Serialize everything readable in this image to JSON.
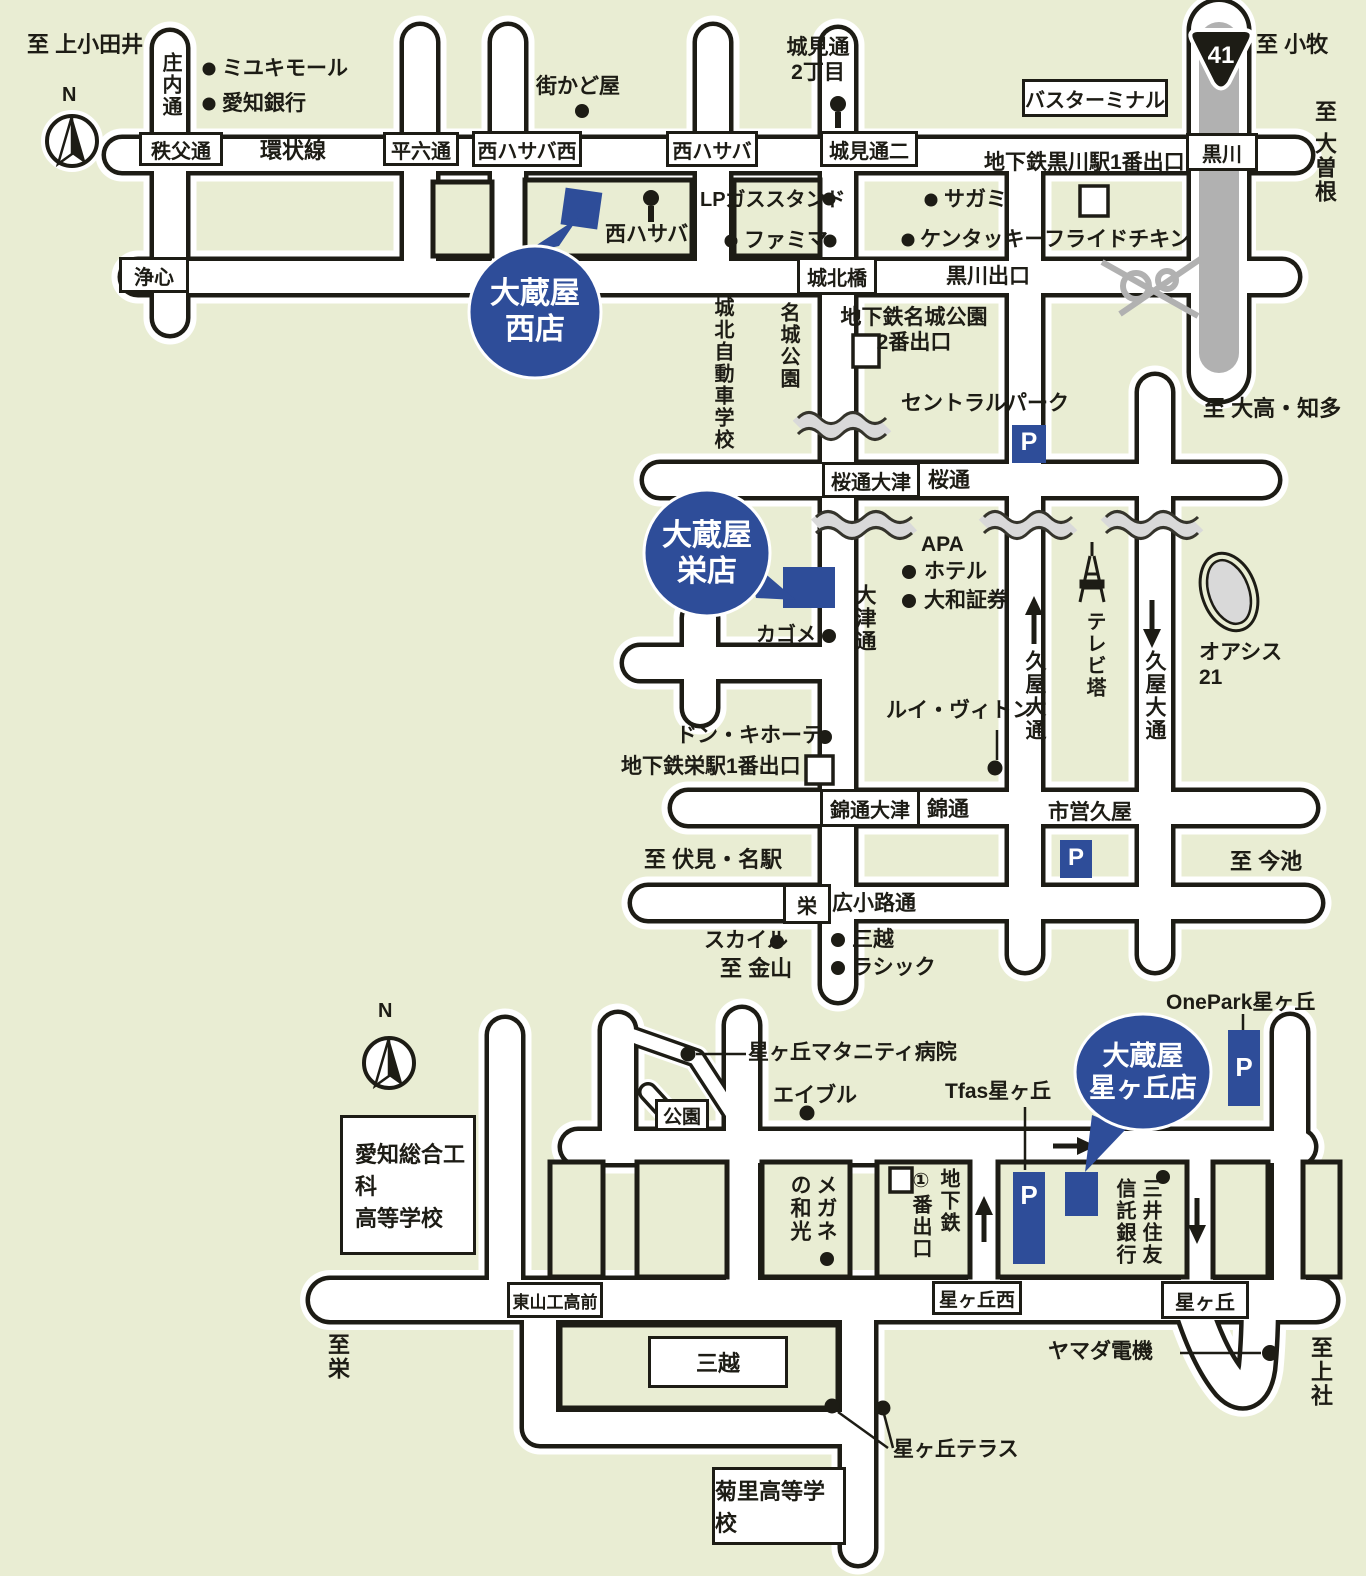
{
  "colors": {
    "background": "#e9edd3",
    "road_fill": "#ffffff",
    "road_outline": "#1d1c15",
    "brand_blue": "#2e4d99",
    "route41_gray": "#b1b1b1",
    "river_gray": "#d9d9d9"
  },
  "parking_label": "P",
  "route_badge": "41",
  "compass": {
    "north": "N"
  },
  "stores": {
    "west": {
      "name": "大蔵屋\n西店"
    },
    "sakae": {
      "name": "大蔵屋\n栄店"
    },
    "hoshigaoka": {
      "name": "大蔵屋\n星ヶ丘店"
    }
  },
  "labels": {
    "to_kamiotai": "至 上小田井",
    "shonai_dori": "庄内通",
    "miyuki_mall": "ミユキモール",
    "aichi_bank": "愛知銀行",
    "chichibu_dori": "秩父通",
    "kanjosen": "環状線",
    "heiroku_dori": "平六通",
    "machikadoya": "街かど屋",
    "nishi_hasaba_nishi": "西ハサバ西",
    "nishi_hasaba": "西ハサバ",
    "shiromi_2chome": "城見通\n2丁目",
    "shiromi_ni": "城見通二",
    "bus_terminal": "バスターミナル",
    "to_komaki": "至 小牧",
    "kurokawa": "黒川",
    "to_ozone": "至 大曽根",
    "kurokawa_exit": "地下鉄黒川駅1番出口",
    "sagami": "サガミ",
    "kentucky": "ケンタッキーフライドチキン",
    "lp_gas": "LPガススタンド",
    "famima": "ファミマ",
    "nishi_hasaba_signal": "西ハサバ",
    "josin": "浄心",
    "johoku_bashi": "城北橋",
    "kurokawa_deguchi": "黒川出口",
    "johoku_driving_school": "城北自動車学校",
    "meijo_koen": "名城公園",
    "meijo_exit": "地下鉄名城公園\n2番出口",
    "central_park": "セントラルパーク",
    "to_odaka_chita": "至 大高・知多",
    "sakura_otsu": "桜通大津",
    "sakura_dori": "桜通",
    "apa": "APA",
    "apa_hotel": "ホテル",
    "daiwa_shoken": "大和証券",
    "otsu_dori": "大津通",
    "kagome": "カゴメ",
    "hisaya_odori_w": "久屋大通",
    "hisaya_odori_e": "久屋大通",
    "tv_tower": "テレビ塔",
    "oasis21": "オアシス\n21",
    "louis_vuitton": "ルイ・ヴィトン",
    "don_quijote": "ドン・キホーテ",
    "sakae_exit": "地下鉄栄駅1番出口",
    "nishiki_otsu": "錦通大津",
    "nishiki_dori": "錦通",
    "shiei_hisaya": "市営久屋",
    "to_fushimi_meieki": "至 伏見・名駅",
    "to_imaike": "至 今池",
    "sakae": "栄",
    "hirokoji_dori": "広小路通",
    "skyle": "スカイル",
    "to_kanayama": "至 金山",
    "mitsukoshi": "三越",
    "lachic": "ラシック",
    "onepark": "OnePark星ヶ丘",
    "maternity": "星ヶ丘マタニティ病院",
    "able": "エイブル",
    "koen": "公園",
    "tfas": "Tfas星ヶ丘",
    "aichi_sogo_koka": "愛知総合工科\n高等学校",
    "megane_col1": "メガネ",
    "megane_col2": "の和光",
    "chikatetsu_col1": "地下鉄",
    "chikatetsu_col2": "①番出口",
    "mitsui_col1": "三井住友",
    "mitsui_col2": "信託銀行",
    "hoshigaoka_nishi": "星ヶ丘西",
    "hoshigaoka": "星ヶ丘",
    "higashiyama_kokomae": "東山工高前",
    "to_sakae": "至栄",
    "to_kamiyashiro": "至上社",
    "mitsukoshi_box": "三越",
    "yamada_denki": "ヤマダ電機",
    "hoshigaoka_terrace": "星ヶ丘テラス",
    "kikuzato_koko": "菊里高等学校"
  }
}
